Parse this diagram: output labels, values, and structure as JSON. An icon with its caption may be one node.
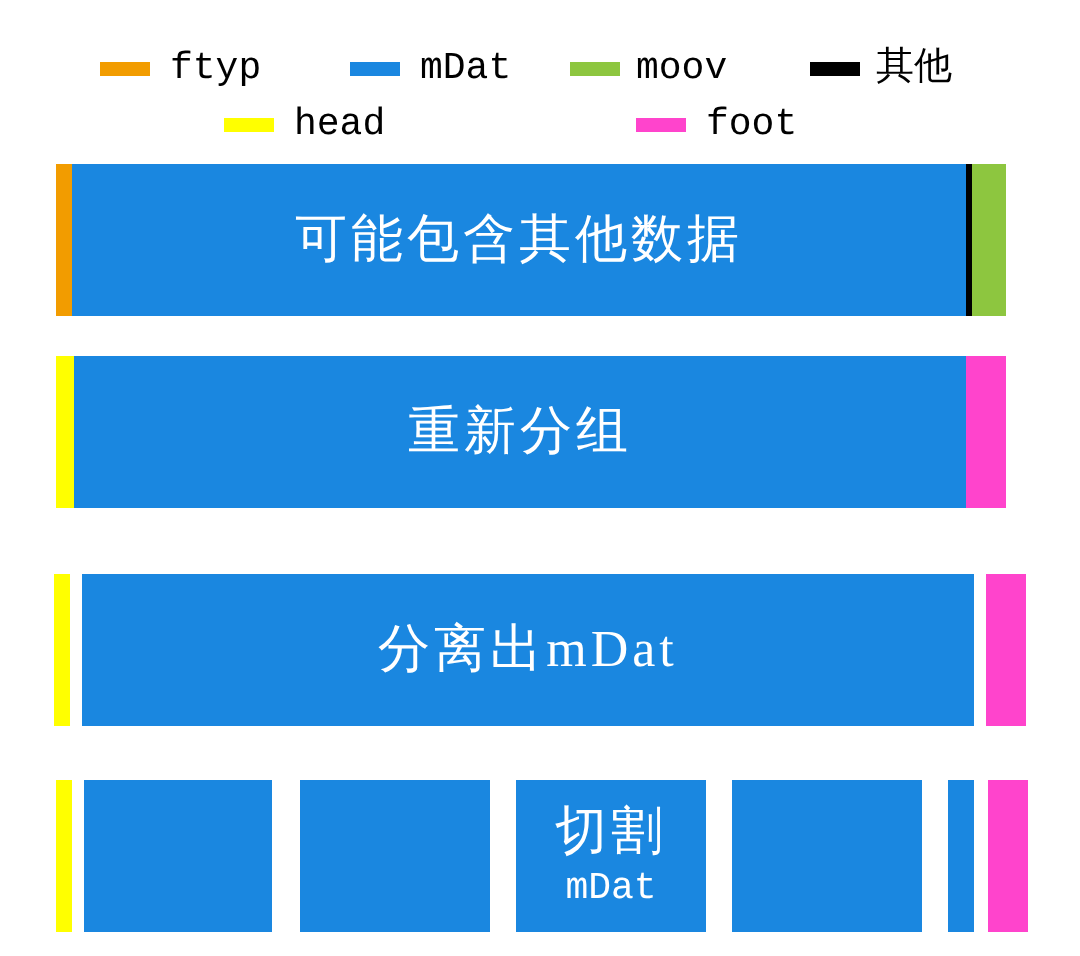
{
  "diagram": {
    "nodes": [
      {
        "text": [],
        "shape": "bar"
      },
      {
        "text": [
          "可能包含其他数据"
        ]
      },
      {
        "text": [],
        "shape": "bar"
      },
      {
        "text": [],
        "shape": "bar"
      },
      {
        "text": [],
        "shape": "bar"
      },
      {
        "text": [
          "重新分组"
        ]
      },
      {
        "text": [],
        "shape": "bar"
      },
      {
        "text": [],
        "shape": "bar"
      },
      {
        "text": [
          "分离出mDat"
        ]
      },
      {
        "text": [],
        "shape": "bar"
      },
      {
        "text": [],
        "shape": "bar"
      },
      {
        "text": [],
        "shape": "bar"
      },
      {
        "text": [],
        "shape": "bar"
      },
      {
        "text": [
          "切割",
          "mDat"
        ]
      },
      {
        "text": [],
        "shape": "bar"
      },
      {
        "text": [],
        "shape": "bar"
      },
      {
        "text": [],
        "shape": "bar"
      }
    ],
    "legend": [
      {
        "text": "ftyp",
        "color": "#f29c00"
      },
      {
        "text": "mDat",
        "color": "#1a87e0"
      },
      {
        "text": "moov",
        "color": "#8dc63f"
      },
      {
        "text": "其他",
        "color": "#000000"
      },
      {
        "text": "head",
        "color": "#ffff00"
      },
      {
        "text": "foot",
        "color": "#ff44cc"
      }
    ]
  }
}
